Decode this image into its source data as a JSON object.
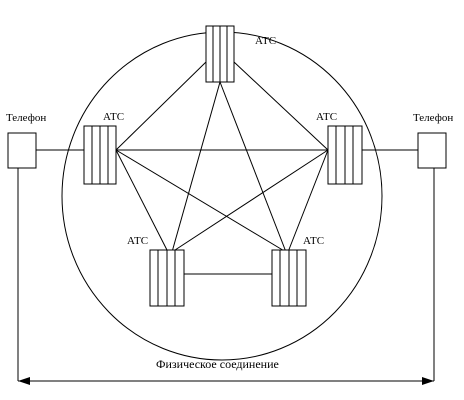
{
  "exchanges": [
    {
      "label": "АТС"
    },
    {
      "label": "АТС"
    },
    {
      "label": "АТС"
    },
    {
      "label": "АТС"
    },
    {
      "label": "АТС"
    }
  ],
  "phones": [
    {
      "label": "Телефон"
    },
    {
      "label": "Телефон"
    }
  ],
  "physical_connection_label": "Физическое соединение"
}
